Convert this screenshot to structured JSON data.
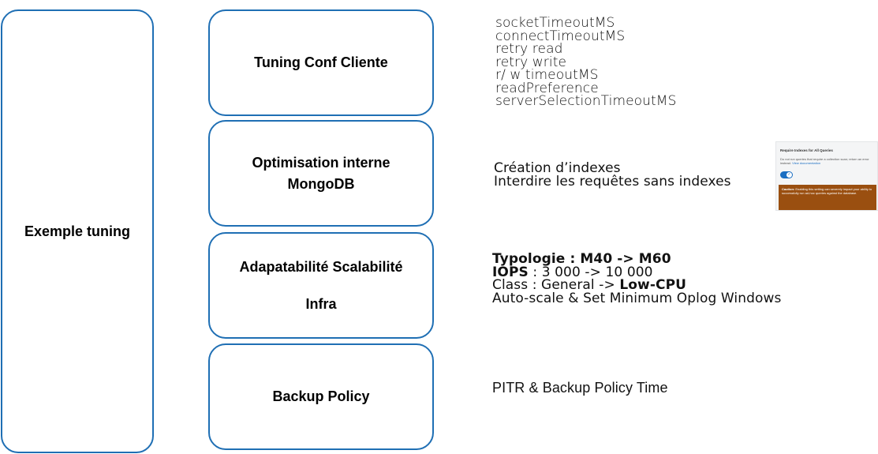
{
  "main_box": {
    "label": "Exemple tuning"
  },
  "sections": [
    {
      "label_lines": [
        "Tuning Conf Cliente"
      ]
    },
    {
      "label_lines": [
        "Optimisation interne",
        "MongoDB"
      ]
    },
    {
      "label_lines": [
        "Adapatabilité Scalabilité",
        "Infra"
      ]
    },
    {
      "label_lines": [
        "Backup Policy"
      ]
    }
  ],
  "details": {
    "client_conf": [
      "socketTimeoutMS",
      "connectTimeoutMS",
      "retry read",
      "retry write",
      "r/ w timeoutMS",
      "readPreference",
      "serverSelectionTimeoutMS"
    ],
    "mongodb": [
      "Création d’indexes",
      "Interdire les requêtes sans indexes"
    ],
    "infra": {
      "line1": "Typologie : M40 -> M60",
      "line2_bold": "IOPS",
      "line2_rest": " : 3 000 -> 10 000",
      "line3_prefix": "Class : General -> ",
      "line3_bold": "Low-CPU",
      "line4": "Auto-scale & Set Minimum Oplog Windows"
    },
    "backup": "PITR & Backup Policy Time"
  },
  "screenshot": {
    "title": "Require Indexes for All Queries",
    "description": "Do not run queries that require a collection scan; return an error instead.",
    "link": "View documentation",
    "caution_label": "Caution:",
    "caution_text": " Enabling this setting can severely impact your ability to successfully run ad-hoc queries against the database.",
    "toggle_on": true,
    "accent_color": "#1a6ec2",
    "caution_color": "#9a4f10"
  }
}
